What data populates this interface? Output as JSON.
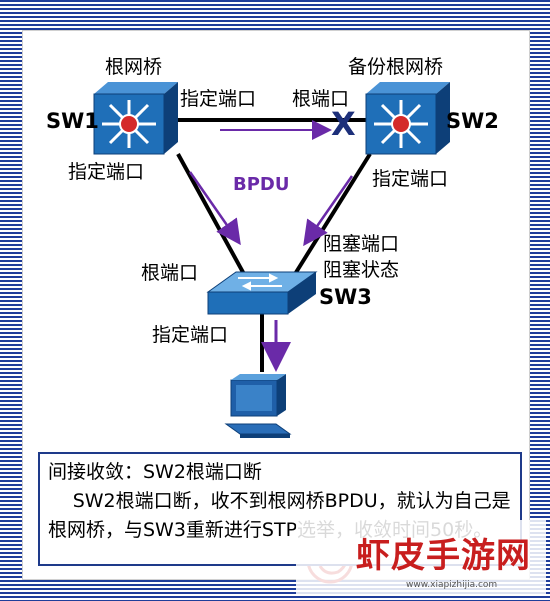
{
  "nodes": {
    "sw1": {
      "name": "SW1",
      "role": "根网桥"
    },
    "sw2": {
      "name": "SW2",
      "role": "备份根网桥"
    },
    "sw3": {
      "name": "SW3"
    }
  },
  "ports": {
    "sw1_right": "指定端口",
    "sw1_bottom": "指定端口",
    "sw2_left": "根端口",
    "sw2_bottom": "指定端口",
    "sw3_left": "根端口",
    "sw3_right_line1": "阻塞端口",
    "sw3_right_line2": "阻塞状态",
    "sw3_bottom": "指定端口"
  },
  "bpdu_label": "BPDU",
  "failure_mark": "X",
  "description": {
    "line1": "间接收敛：SW2根端口断",
    "line2": "SW2根端口断，收不到根网桥BPDU，就认为自己是根网桥，与SW3重新进行STP选举，收敛时间50秒。"
  },
  "watermark": {
    "title": "虾皮手游网",
    "url": "www.xiapizhijia.com"
  },
  "colors": {
    "switch_blue": "#1f6fb8",
    "switch_dark": "#0d3f78",
    "arrow_purple": "#6a2aa8",
    "link_black": "#000000",
    "root_dot_red": "#d42a2a",
    "watermark_red": "#c81e1e"
  },
  "icons": [
    "router-switch-icon",
    "workgroup-switch-icon",
    "pc-icon",
    "shrimp-logo-icon"
  ]
}
